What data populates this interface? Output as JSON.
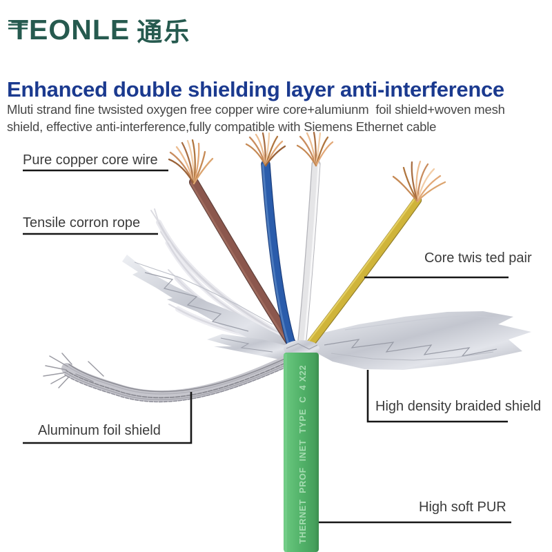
{
  "brand": {
    "latin": "TEONLE",
    "cn": "通乐"
  },
  "headline": "Enhanced double shielding layer anti-interference",
  "description": {
    "line1": "Mluti strand fine twsisted oxygen free copper wire core+alumiunm  foil shield+woven mesh",
    "line2": "shield, effective anti-interference,fully compatible with Siemens Ethernet cable"
  },
  "callouts": {
    "pure_copper": "Pure copper core wire",
    "tensile_rope": "Tensile corron rope",
    "twisted_pair": "Core twis ted pair",
    "braided_shield": "High density braided shield",
    "foil_shield": "Aluminum foil shield",
    "pur_jacket": "High soft PUR"
  },
  "cable": {
    "jacket_print": "THERNET  PROF  INET  TYPE  C  4 X22"
  },
  "colors": {
    "headline_blue": "#1b3a8f",
    "logo_teal": "#265a4f",
    "jacket_green": "#52b269",
    "wire_brown": "#8b574d",
    "wire_blue": "#2a5cab",
    "wire_white": "#e5e5e7",
    "wire_yellow": "#cfb43a",
    "copper": "#d79a68",
    "foil_silver": "#c9c9d1",
    "callout_line": "#161616"
  }
}
